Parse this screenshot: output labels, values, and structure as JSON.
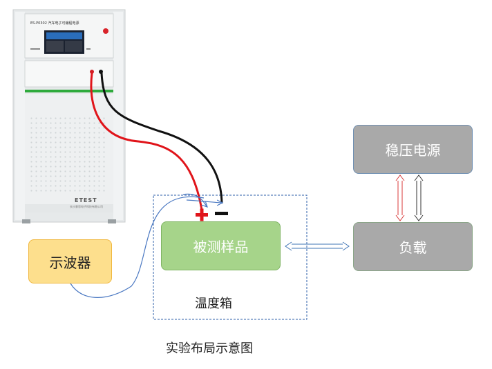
{
  "instrument": {
    "model_label": "ES-P0302 汽车电子可编程电源",
    "brand": "ETEST",
    "manufacturer": "长沙意思电子科技有限公司"
  },
  "nodes": {
    "oscilloscope": "示波器",
    "sample": "被测样品",
    "power_supply": "稳压电源",
    "load": "负载"
  },
  "chamber_label": "温度箱",
  "caption": "实验布局示意图",
  "polarity": {
    "positive": "+",
    "negative": "−"
  },
  "colors": {
    "positive_wire": "#e0141a",
    "negative_wire": "#111111",
    "scope_wire": "#4a78c2",
    "sample_fill": "#a6d48a",
    "scope_fill": "#fddf8d",
    "gray_fill": "#a9a9a9",
    "panel_green": "#2eaa3c"
  }
}
